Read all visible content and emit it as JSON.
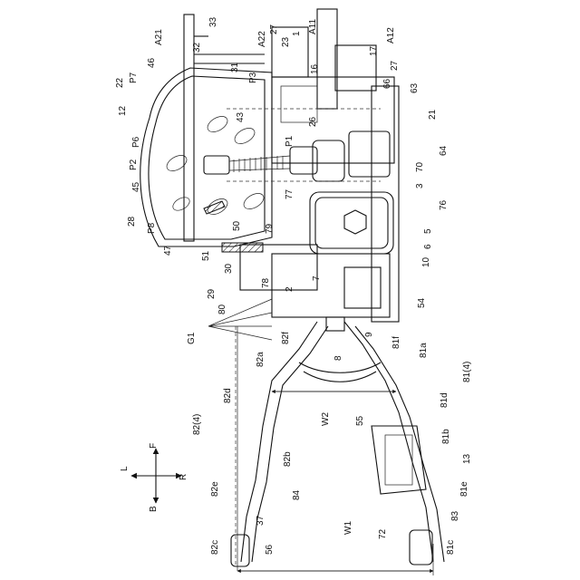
{
  "labels": {
    "l33": "33",
    "lA21": "A21",
    "lA22": "A22",
    "l27a": "27",
    "lA11": "A11",
    "lA12": "A12",
    "l32": "32",
    "l46": "46",
    "l31": "31",
    "l23": "23",
    "l1": "1",
    "l17": "17",
    "lP7": "P7",
    "l22": "22",
    "lP3": "P3",
    "l16": "16",
    "l27b": "27",
    "l66": "66",
    "l63": "63",
    "l12": "12",
    "l43": "43",
    "l26": "26",
    "l21": "21",
    "lP6": "P6",
    "lP1": "P1",
    "l64": "64",
    "lP2": "P2",
    "l70": "70",
    "l45": "45",
    "l77": "77",
    "l3": "3",
    "l28": "28",
    "l50": "50",
    "l76": "76",
    "lP8": "P8",
    "l79": "79",
    "l5": "5",
    "l47": "47",
    "l51": "51",
    "l6": "6",
    "l30": "30",
    "l10": "10",
    "l29": "29",
    "l78": "78",
    "l2": "2",
    "l7": "7",
    "l80": "80",
    "l54": "54",
    "l82f": "82f",
    "lG1": "G1",
    "l9": "9",
    "l81f": "81f",
    "l82a": "82a",
    "l8": "8",
    "l81a": "81a",
    "l82d": "82d",
    "l81_4": "81(4)",
    "lW2": "W2",
    "l81d": "81d",
    "l82_4": "82(4)",
    "l55": "55",
    "l81b": "81b",
    "l82b": "82b",
    "l13": "13",
    "l82e": "82e",
    "l84": "84",
    "l81e": "81e",
    "l37": "37",
    "l83": "83",
    "l82c": "82c",
    "l56": "56",
    "lW1": "W1",
    "l72": "72",
    "l81c": "81c"
  },
  "directions": {
    "left": "L",
    "front": "F",
    "right": "R",
    "back": "B"
  }
}
